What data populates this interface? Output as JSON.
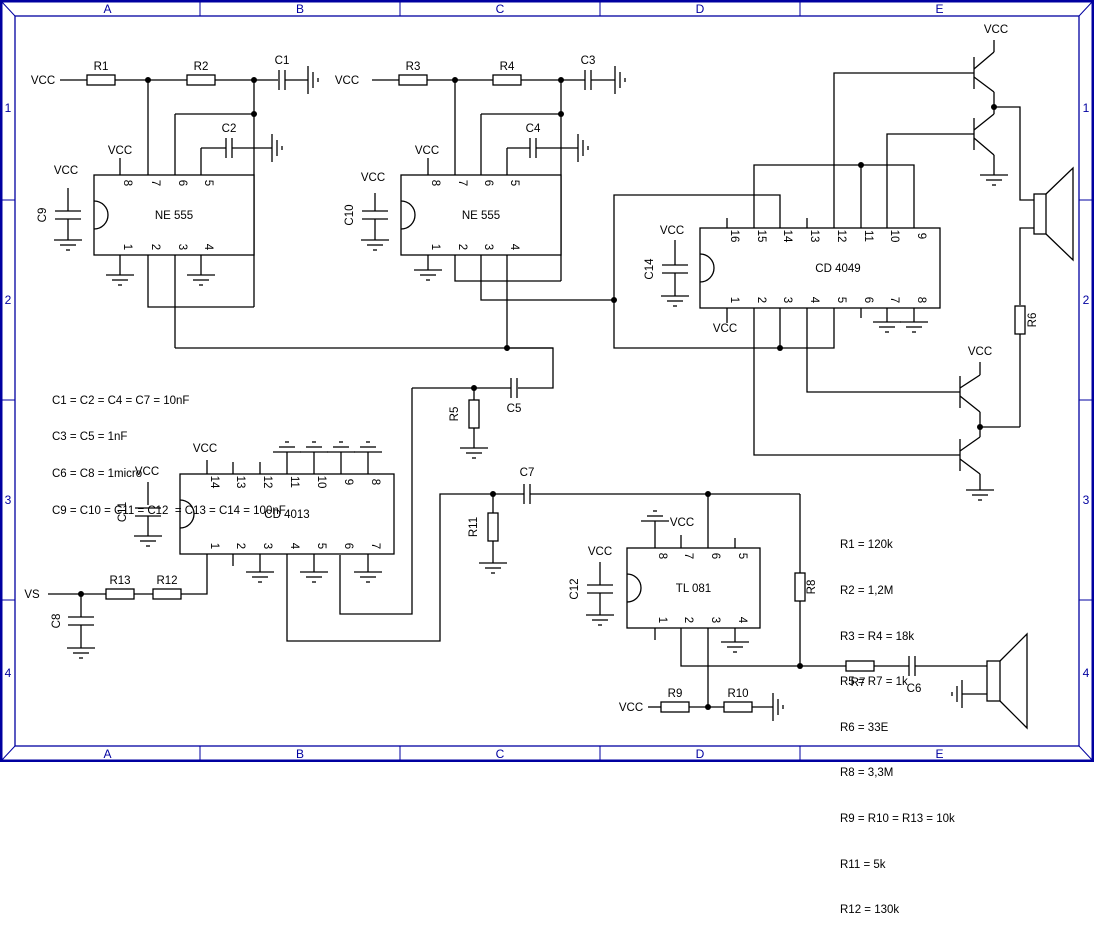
{
  "frame": {
    "color": "#0000a0",
    "columns": [
      "A",
      "B",
      "C",
      "D",
      "E"
    ],
    "rows": [
      "1",
      "2",
      "3",
      "4"
    ]
  },
  "labels": {
    "vcc": "VCC",
    "vs": "VS"
  },
  "ics": {
    "u1": {
      "name": "NE 555",
      "top_pins": [
        "8",
        "7",
        "6",
        "5"
      ],
      "bottom_pins": [
        "1",
        "2",
        "3",
        "4"
      ]
    },
    "u2": {
      "name": "NE 555",
      "top_pins": [
        "8",
        "7",
        "6",
        "5"
      ],
      "bottom_pins": [
        "1",
        "2",
        "3",
        "4"
      ]
    },
    "u3": {
      "name": "CD 4049",
      "top_pins": [
        "16",
        "15",
        "14",
        "13",
        "12",
        "11",
        "10",
        "9"
      ],
      "bottom_pins": [
        "1",
        "2",
        "3",
        "4",
        "5",
        "6",
        "7",
        "8"
      ]
    },
    "u4": {
      "name": "CD 4013",
      "top_pins": [
        "14",
        "13",
        "12",
        "11",
        "10",
        "9",
        "8"
      ],
      "bottom_pins": [
        "1",
        "2",
        "3",
        "4",
        "5",
        "6",
        "7"
      ]
    },
    "u5": {
      "name": "TL 081",
      "top_pins": [
        "8",
        "7",
        "6",
        "5"
      ],
      "bottom_pins": [
        "1",
        "2",
        "3",
        "4"
      ]
    }
  },
  "components": {
    "resistors": [
      "R1",
      "R2",
      "R3",
      "R4",
      "R5",
      "R6",
      "R7",
      "R8",
      "R9",
      "R10",
      "R11",
      "R12",
      "R13"
    ],
    "capacitors": [
      "C1",
      "C2",
      "C3",
      "C4",
      "C5",
      "C6",
      "C7",
      "C8",
      "C9",
      "C10",
      "C11",
      "C12",
      "C14"
    ]
  },
  "notes": {
    "capacitors": [
      "C1 = C2 = C4 = C7 = 10nF",
      "C3 = C5 = 1nF",
      "C6 = C8 = 1micro",
      "C9 = C10 = C11 = C12  = C13 = C14 = 100nF"
    ],
    "resistors": [
      "R1 = 120k",
      "R2 = 1,2M",
      "R3 = R4 = 18k",
      "R5 = R7 = 1k",
      "R6 = 33E",
      "R8 = 3,3M",
      "R9 = R10 = R13 = 10k",
      "R11 = 5k",
      "R12 = 130k"
    ]
  }
}
